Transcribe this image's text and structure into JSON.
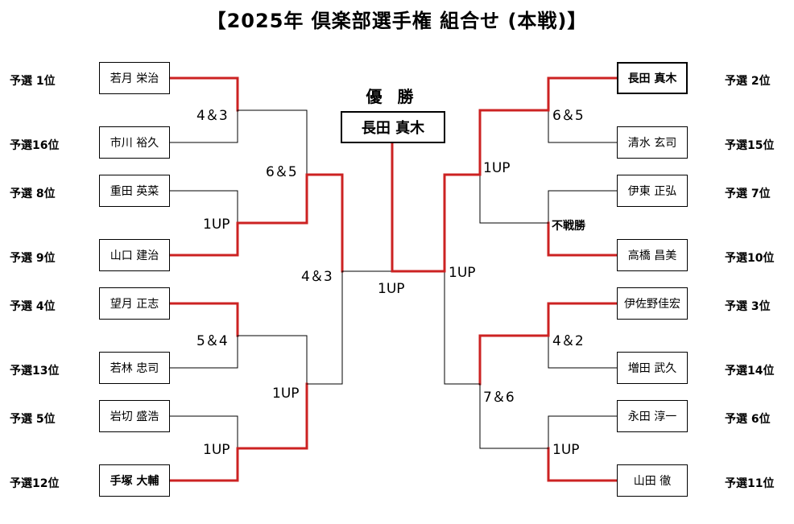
{
  "title": "【2025年 倶楽部選手権 組合せ (本戦)】",
  "champion": {
    "label": "優 勝",
    "name": "長田 真木"
  },
  "left": {
    "players": [
      {
        "rank": "予選 1位",
        "name": "若月 栄治"
      },
      {
        "rank": "予選16位",
        "name": "市川 裕久"
      },
      {
        "rank": "予選 8位",
        "name": "重田 英菜"
      },
      {
        "rank": "予選 9位",
        "name": "山口 建治"
      },
      {
        "rank": "予選 4位",
        "name": "望月 正志"
      },
      {
        "rank": "予選13位",
        "name": "若林 忠司"
      },
      {
        "rank": "予選 5位",
        "name": "岩切 盛浩"
      },
      {
        "rank": "予選12位",
        "name": "手塚 大輔"
      }
    ],
    "r1_scores": [
      "4＆3",
      "1UP",
      "5＆4",
      "1UP"
    ],
    "r2_scores": [
      "6＆5",
      "1UP"
    ],
    "r3_score": "4＆3"
  },
  "right": {
    "players": [
      {
        "rank": "予選 2位",
        "name": "長田 真木"
      },
      {
        "rank": "予選15位",
        "name": "清水 玄司"
      },
      {
        "rank": "予選 7位",
        "name": "伊東 正弘"
      },
      {
        "rank": "予選10位",
        "name": "高橋 昌美"
      },
      {
        "rank": "予選 3位",
        "name": "伊佐野佳宏"
      },
      {
        "rank": "予選14位",
        "name": "増田 武久"
      },
      {
        "rank": "予選 6位",
        "name": "永田 淳一"
      },
      {
        "rank": "予選11位",
        "name": "山田 徹"
      }
    ],
    "r1_scores": [
      "6＆5",
      "不戦勝",
      "4＆2",
      "1UP"
    ],
    "r2_scores": [
      "1UP",
      "7＆6"
    ],
    "r3_score": "1UP"
  },
  "final_score": "1UP",
  "colors": {
    "win_line": "#cc2222",
    "line": "#000000"
  }
}
